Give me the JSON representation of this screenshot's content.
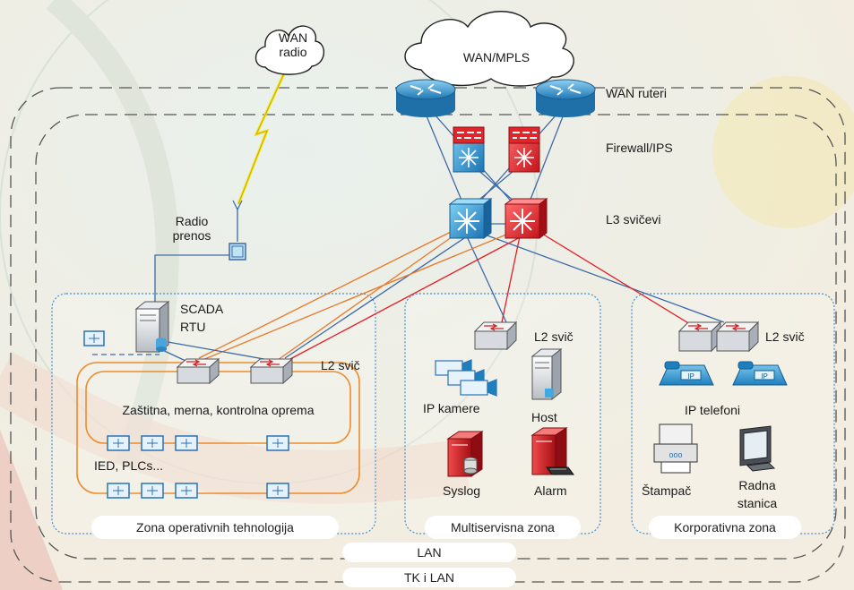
{
  "clouds": {
    "wan_radio": "WAN\nradio",
    "wan_mpls": "WAN/MPLS"
  },
  "tiers": {
    "wan_routers": "WAN ruteri",
    "firewall_ips": "Firewall/IPS",
    "l3_switches": "L3 svičevi"
  },
  "radio": {
    "radio_link": "Radio\nprenos",
    "scada_rtu": "SCADA\nRTU"
  },
  "zones": {
    "ot": {
      "name": "Zona operativnih tehnologija",
      "switch_label": "L2 svič",
      "equipment_label": "Zaštitna, merna, kontrolna oprema",
      "ied_label": "IED, PLCs..."
    },
    "multi": {
      "name": "Multiservisna zona",
      "switch_label": "L2 svič",
      "ip_cameras": "IP kamere",
      "host": "Host",
      "syslog": "Syslog",
      "alarm": "Alarm"
    },
    "corp": {
      "name": "Korporativna zona",
      "switch_label": "L2 svič",
      "ip_phones": "IP telefoni",
      "printer": "Štampač",
      "workstation": "Radna\nstanica"
    }
  },
  "boundaries": {
    "lan": "LAN",
    "tk_lan": "TK i LAN"
  },
  "colors": {
    "router_blue": "#3a8fc7",
    "firewall_red": "#e0252b",
    "l3_blue": "#2f8fcf",
    "l3_red": "#e0222a",
    "link_orange": "#e8782a",
    "link_red": "#e31d24",
    "link_blue": "#3d6aa8",
    "zone_border": "#4a8fd0",
    "ot_loop": "#ec8c2e"
  }
}
